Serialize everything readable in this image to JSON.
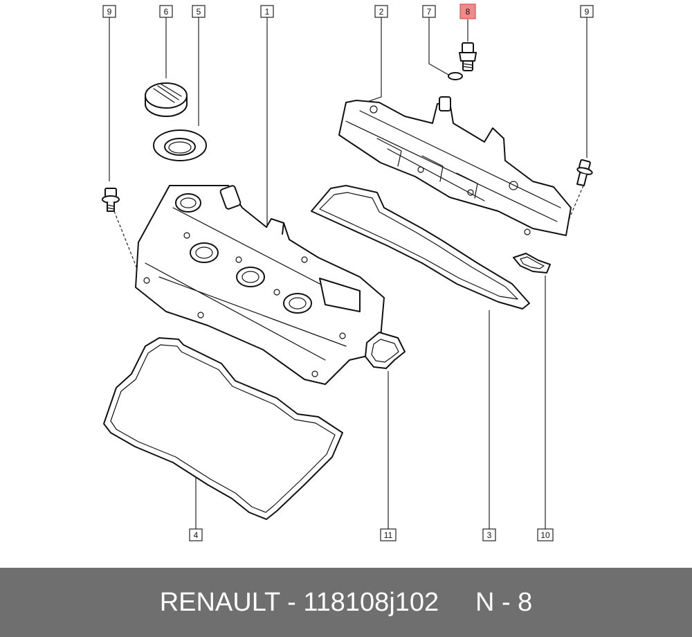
{
  "diagram": {
    "callouts": [
      {
        "id": "c9a",
        "label": "9",
        "highlight": false
      },
      {
        "id": "c6",
        "label": "6",
        "highlight": false
      },
      {
        "id": "c5",
        "label": "5",
        "highlight": false
      },
      {
        "id": "c1",
        "label": "1",
        "highlight": false
      },
      {
        "id": "c2",
        "label": "2",
        "highlight": false
      },
      {
        "id": "c7",
        "label": "7",
        "highlight": false
      },
      {
        "id": "c8",
        "label": "8",
        "highlight": true
      },
      {
        "id": "c9b",
        "label": "9",
        "highlight": false
      },
      {
        "id": "c4",
        "label": "4",
        "highlight": false
      },
      {
        "id": "c11",
        "label": "11",
        "highlight": false
      },
      {
        "id": "c3",
        "label": "3",
        "highlight": false
      },
      {
        "id": "c10",
        "label": "10",
        "highlight": false
      }
    ]
  },
  "footer": {
    "text": "RENAULT - 118108j102     N - 8"
  },
  "colors": {
    "footer_bg": "#6f6f6f",
    "footer_text": "#ffffff",
    "highlight": "#f08a8a"
  }
}
